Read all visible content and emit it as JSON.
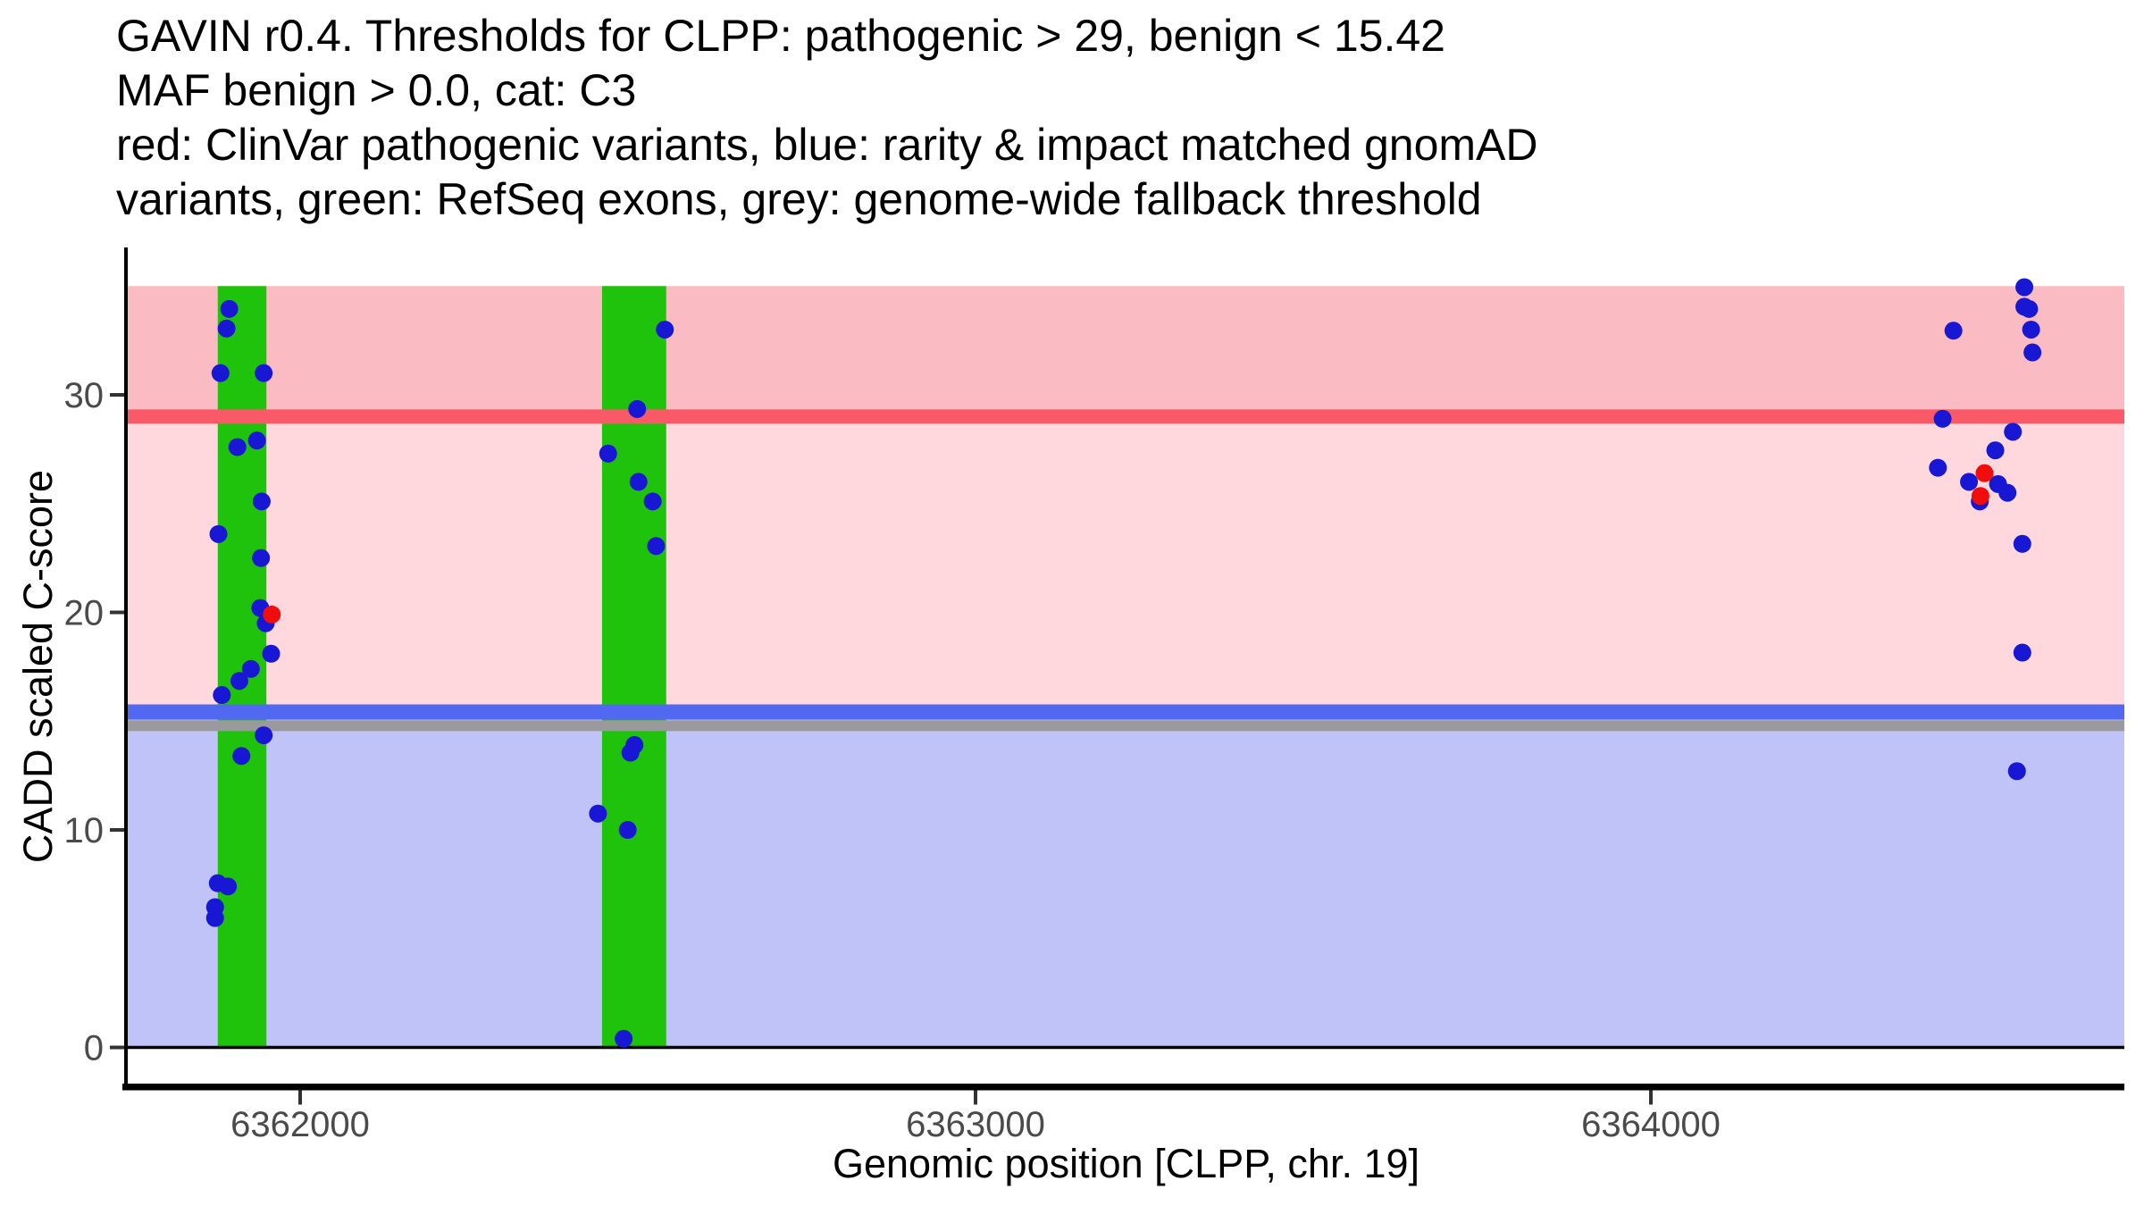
{
  "chart_data": {
    "type": "scatter",
    "title_lines": [
      "GAVIN r0.4. Thresholds for CLPP: pathogenic > 29, benign < 15.42",
      "MAF benign > 0.0, cat: C3",
      "red: ClinVar pathogenic variants, blue: rarity & impact matched gnomAD",
      "variants, green: RefSeq exons, grey: genome-wide fallback threshold"
    ],
    "xlabel": "Genomic position [CLPP, chr. 19]",
    "ylabel": "CADD scaled C-score",
    "x_ticks": [
      6362000,
      6363000,
      6364000
    ],
    "y_ticks": [
      0,
      10,
      20,
      30
    ],
    "xlim": [
      6361741,
      6364700
    ],
    "ylim": [
      -1.8,
      36.8
    ],
    "grid": false,
    "legend_position": "none",
    "bands": [
      {
        "label": "pathogenic region (> 29)",
        "y_from": 29,
        "y_to": 35,
        "color": "#FBBBC2"
      },
      {
        "label": "intermediate region (15.42 - 29)",
        "y_from": 15.42,
        "y_to": 29,
        "color": "#FED8DC"
      },
      {
        "label": "benign region (< 15.42)",
        "y_from": 0,
        "y_to": 15.42,
        "color": "#BFC3F7"
      }
    ],
    "threshold_lines": [
      {
        "label": "genome-wide fallback threshold",
        "value": 14.79,
        "color": "#9A9A9E",
        "stroke": 12
      },
      {
        "label": "benign threshold (15.42)",
        "value": 15.42,
        "color": "#5168F0",
        "stroke": 17
      },
      {
        "label": "pathogenic threshold (29)",
        "value": 29,
        "color": "#FA5A68",
        "stroke": 16
      }
    ],
    "baseline": {
      "value": 0,
      "color": "#000000",
      "stroke": 3.5
    },
    "exons": {
      "label": "RefSeq exons",
      "color": "#1FC30C",
      "y_from": 0,
      "y_to": 35,
      "ranges": [
        [
          6361878,
          6361950
        ],
        [
          6362447,
          6362542
        ]
      ]
    },
    "series": [
      {
        "name": "rarity & impact matched gnomAD variants",
        "color": "#1717D4",
        "marker_radius": 10,
        "points": [
          [
            6361895,
            33.95
          ],
          [
            6361891,
            33.05
          ],
          [
            6361882,
            31.0
          ],
          [
            6361946,
            31.0
          ],
          [
            6361936,
            27.9
          ],
          [
            6361907,
            27.6
          ],
          [
            6361943,
            25.1
          ],
          [
            6361879,
            23.6
          ],
          [
            6361942,
            22.5
          ],
          [
            6361941,
            20.2
          ],
          [
            6361949,
            19.5
          ],
          [
            6361957,
            18.1
          ],
          [
            6361927,
            17.4
          ],
          [
            6361910,
            16.85
          ],
          [
            6361884,
            16.2
          ],
          [
            6361946,
            14.35
          ],
          [
            6361913,
            13.4
          ],
          [
            6361878,
            7.55
          ],
          [
            6361893,
            7.4
          ],
          [
            6361874,
            6.45
          ],
          [
            6361874,
            5.95
          ],
          [
            6362540,
            33.0
          ],
          [
            6362499,
            29.35
          ],
          [
            6362456,
            27.3
          ],
          [
            6362501,
            26.0
          ],
          [
            6362522,
            25.1
          ],
          [
            6362527,
            23.05
          ],
          [
            6362495,
            13.9
          ],
          [
            6362489,
            13.55
          ],
          [
            6362441,
            10.75
          ],
          [
            6362485,
            10.0
          ],
          [
            6362479,
            0.4
          ],
          [
            6364553,
            34.95
          ],
          [
            6364553,
            34.05
          ],
          [
            6364560,
            33.95
          ],
          [
            6364563,
            33.0
          ],
          [
            6364565,
            31.95
          ],
          [
            6364448,
            32.95
          ],
          [
            6364432,
            28.9
          ],
          [
            6364536,
            28.3
          ],
          [
            6364510,
            27.45
          ],
          [
            6364425,
            26.65
          ],
          [
            6364471,
            26.0
          ],
          [
            6364514,
            25.9
          ],
          [
            6364528,
            25.5
          ],
          [
            6364487,
            25.1
          ],
          [
            6364550,
            23.15
          ],
          [
            6364550,
            18.15
          ],
          [
            6364542,
            12.7
          ]
        ]
      },
      {
        "name": "ClinVar pathogenic variants",
        "color": "#F20D0D",
        "marker_radius": 10,
        "points": [
          [
            6361958,
            19.9
          ],
          [
            6364494,
            26.4
          ],
          [
            6364488,
            25.35
          ]
        ]
      }
    ]
  }
}
